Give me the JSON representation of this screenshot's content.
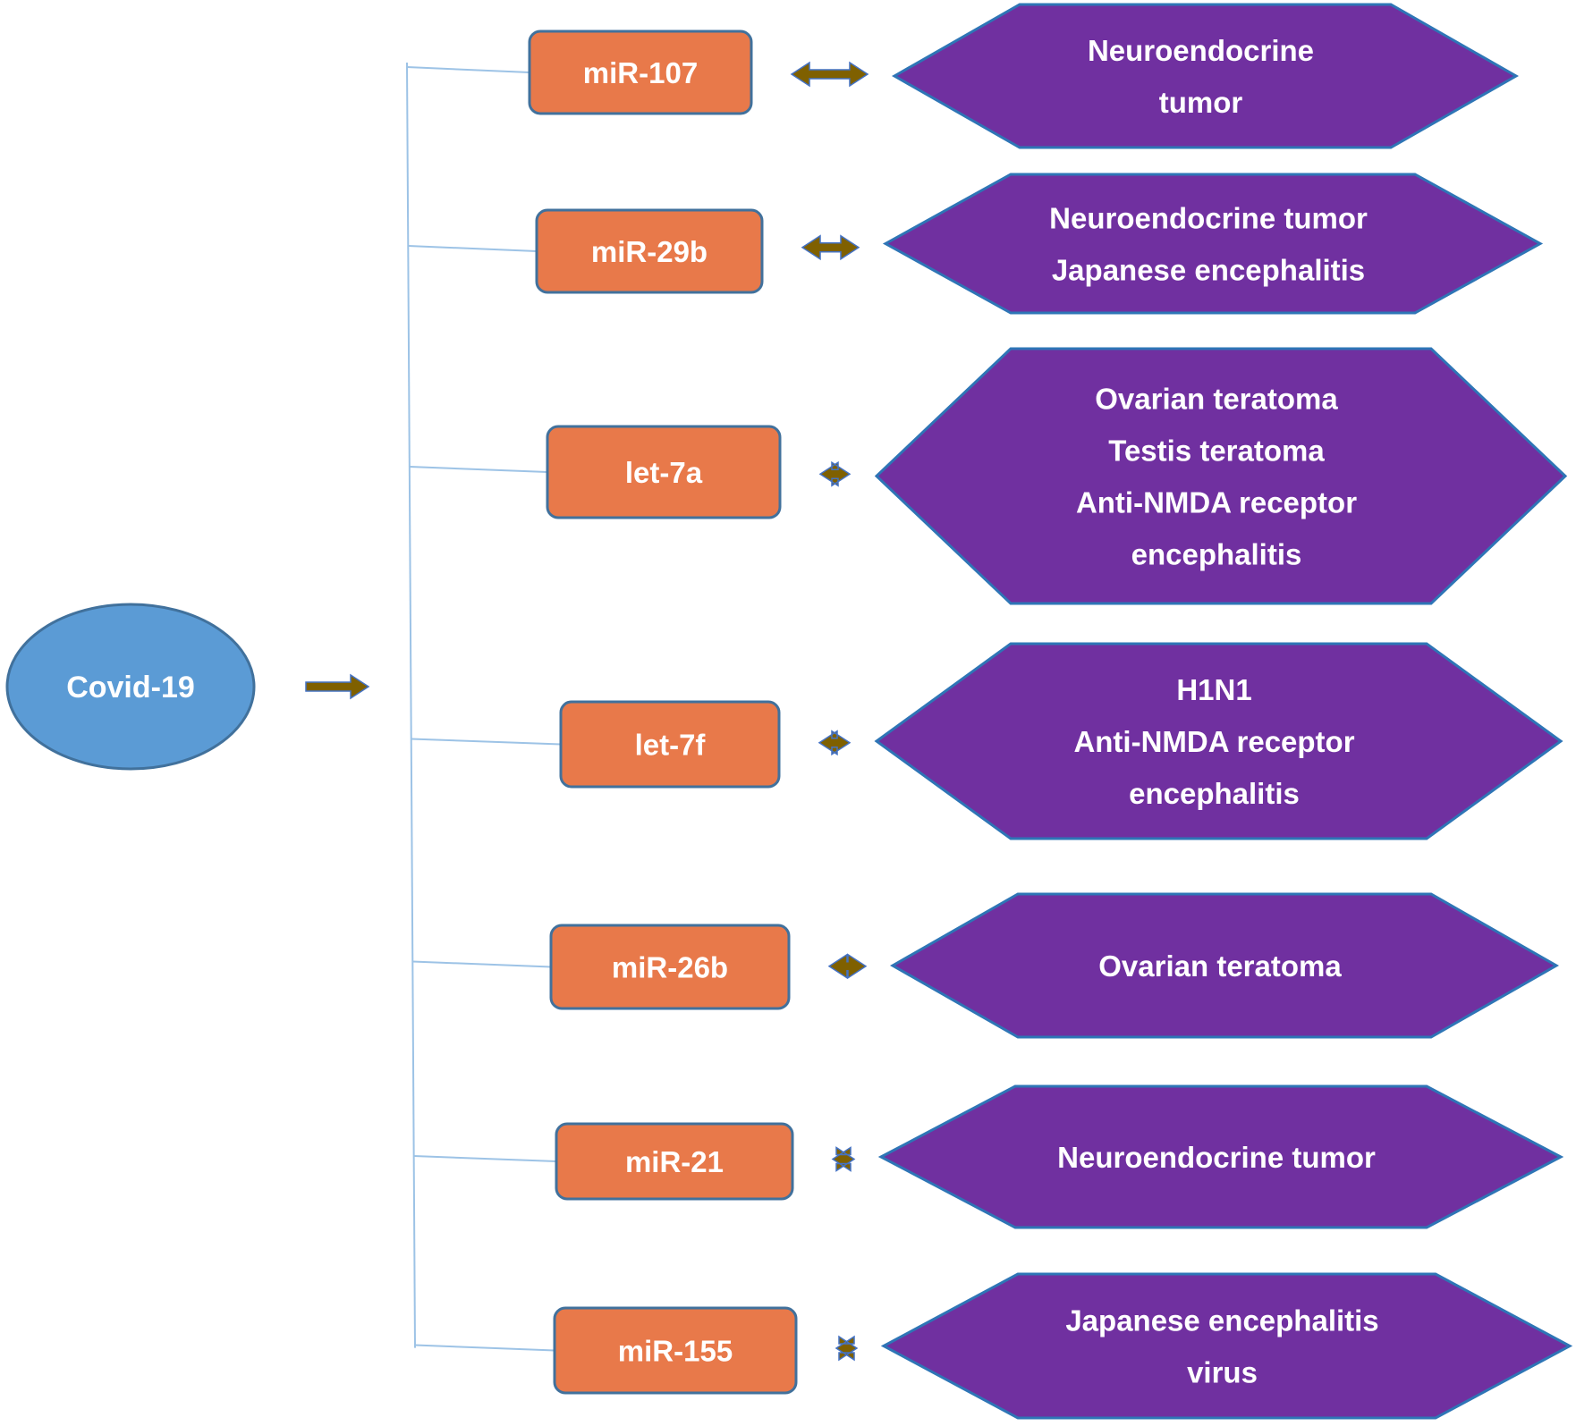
{
  "source": {
    "label": "Covid-19"
  },
  "colors": {
    "source_fill": "#5b9bd5",
    "source_stroke": "#41719c",
    "mirna_fill": "#e8794a",
    "mirna_stroke": "#41719c",
    "disease_fill": "#7030a0",
    "disease_stroke": "#2e75b6",
    "arrow_fill": "#7f6000",
    "arrow_stroke": "#4472c4",
    "connector": "#9dc3e6"
  },
  "rows": [
    {
      "mirna": "miR-107",
      "diseases": [
        "Neuroendocrine",
        "tumor"
      ]
    },
    {
      "mirna": "miR-29b",
      "diseases": [
        "Neuroendocrine tumor",
        "Japanese encephalitis"
      ]
    },
    {
      "mirna": "let-7a",
      "diseases": [
        "Ovarian teratoma",
        "Testis teratoma",
        "Anti-NMDA receptor",
        "encephalitis"
      ]
    },
    {
      "mirna": "let-7f",
      "diseases": [
        "H1N1",
        "Anti-NMDA receptor",
        "encephalitis"
      ]
    },
    {
      "mirna": "miR-26b",
      "diseases": [
        "Ovarian teratoma"
      ]
    },
    {
      "mirna": "miR-21",
      "diseases": [
        "Neuroendocrine tumor"
      ]
    },
    {
      "mirna": "miR-155",
      "diseases": [
        "Japanese encephalitis",
        "virus"
      ]
    }
  ]
}
